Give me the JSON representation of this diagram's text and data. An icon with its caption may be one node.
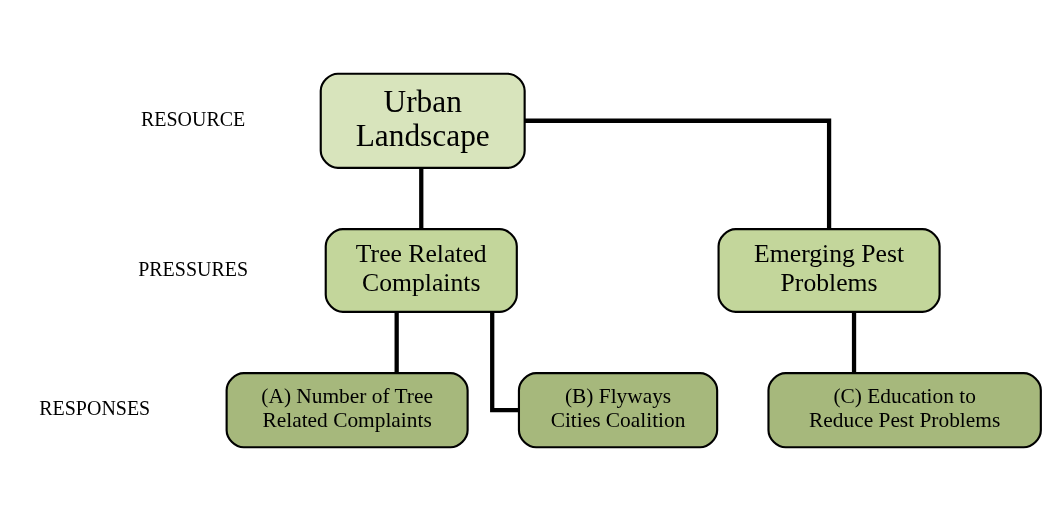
{
  "diagram": {
    "nodes": [
      {
        "text": [
          "Urban Landscape"
        ]
      },
      {
        "text": [
          "Tree Related Complaints"
        ]
      },
      {
        "text": [
          "Emerging Pest Problems"
        ]
      },
      {
        "text": [
          "(A) Number of Tree Related Complaints"
        ]
      },
      {
        "text": [
          "(B) Flyways Cities Coalition"
        ]
      },
      {
        "text": [
          "(C) Education to Reduce Pest Problems"
        ]
      }
    ],
    "edges": [
      {
        "from": 0,
        "to": 1,
        "arrow": "none"
      },
      {
        "from": 0,
        "to": 2,
        "arrow": "none"
      },
      {
        "from": 1,
        "to": 3,
        "arrow": "none"
      },
      {
        "from": 1,
        "to": 4,
        "arrow": "none"
      },
      {
        "from": 2,
        "to": 5,
        "arrow": "none"
      }
    ],
    "labels": [
      "RESOURCE",
      "PRESSURES",
      "RESPONSES"
    ]
  }
}
